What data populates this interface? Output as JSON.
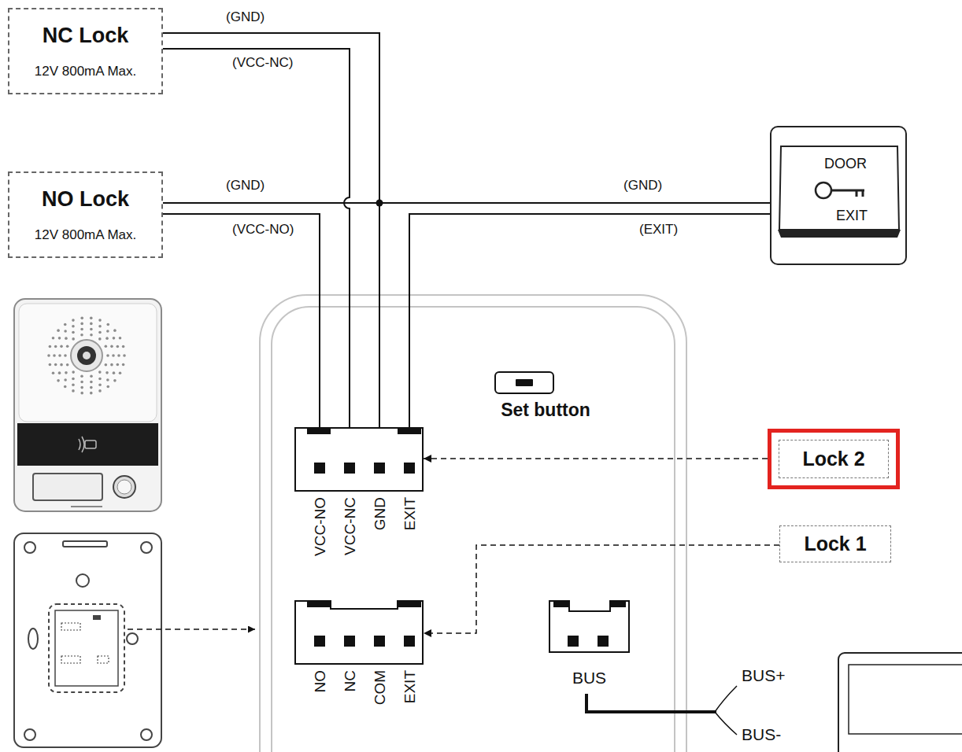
{
  "diagram": {
    "nodes": [
      {
        "text": [
          "NC Lock",
          "12V 800mA Max."
        ]
      },
      {
        "text": [
          "NO Lock",
          "12V 800mA Max."
        ]
      },
      {
        "text": [
          "DOOR",
          "EXIT"
        ]
      },
      {
        "text": [
          "Set button"
        ]
      },
      {
        "text": [
          "VCC-NO",
          "VCC-NC",
          "GND",
          "EXIT"
        ]
      },
      {
        "text": [
          "Lock 2"
        ]
      },
      {
        "text": [
          "Lock 1"
        ]
      },
      {
        "text": [
          "NO",
          "NC",
          "COM",
          "EXIT"
        ]
      },
      {
        "text": [
          "BUS"
        ]
      }
    ],
    "edges": [
      {
        "from": 0,
        "to": 4,
        "arrow": "none",
        "label": "(GND)"
      },
      {
        "from": 0,
        "to": 4,
        "arrow": "none",
        "label": "(VCC-NC)"
      },
      {
        "from": 1,
        "to": 4,
        "arrow": "none",
        "label": "(GND)"
      },
      {
        "from": 1,
        "to": 4,
        "arrow": "none",
        "label": "(VCC-NO)"
      },
      {
        "from": 2,
        "to": 4,
        "arrow": "none",
        "label": "(GND)"
      },
      {
        "from": 2,
        "to": 4,
        "arrow": "none",
        "label": "(EXIT)"
      },
      {
        "from": 5,
        "to": 4,
        "arrow": "to"
      },
      {
        "from": 6,
        "to": 7,
        "arrow": "to"
      }
    ],
    "labels": [
      "BUS+",
      "BUS-"
    ]
  }
}
